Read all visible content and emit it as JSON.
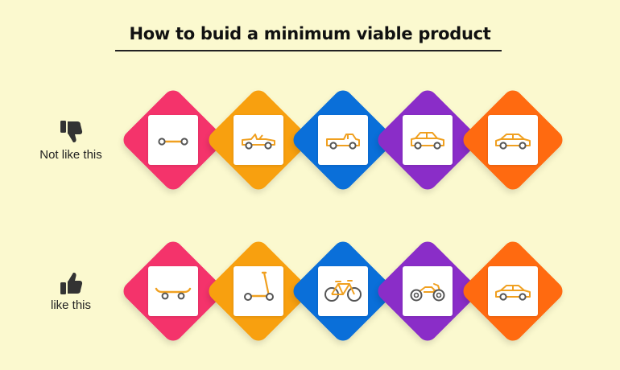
{
  "title": "How to buid a minimum viable product",
  "colors": {
    "background": "#fbf9cf",
    "pink": "#f4336b",
    "amber": "#f8a00f",
    "blue": "#0a6fd9",
    "purple": "#8a2dc8",
    "orange": "#ff6a10",
    "icon_stroke": "#f0a020"
  },
  "rows": [
    {
      "label": "Not like this",
      "thumb_icon": "thumbs-down-icon",
      "steps": [
        {
          "icon": "axle-wheels-icon",
          "color": "#f4336b"
        },
        {
          "icon": "open-top-car-icon",
          "color": "#f8a00f"
        },
        {
          "icon": "pickup-car-icon",
          "color": "#0a6fd9"
        },
        {
          "icon": "hatchback-car-icon",
          "color": "#8a2dc8"
        },
        {
          "icon": "sedan-car-icon",
          "color": "#ff6a10"
        }
      ]
    },
    {
      "label": "like this",
      "thumb_icon": "thumbs-up-icon",
      "steps": [
        {
          "icon": "skateboard-icon",
          "color": "#f4336b"
        },
        {
          "icon": "kick-scooter-icon",
          "color": "#f8a00f"
        },
        {
          "icon": "bicycle-icon",
          "color": "#0a6fd9"
        },
        {
          "icon": "motorcycle-icon",
          "color": "#8a2dc8"
        },
        {
          "icon": "sedan-car-icon",
          "color": "#ff6a10"
        }
      ]
    }
  ]
}
